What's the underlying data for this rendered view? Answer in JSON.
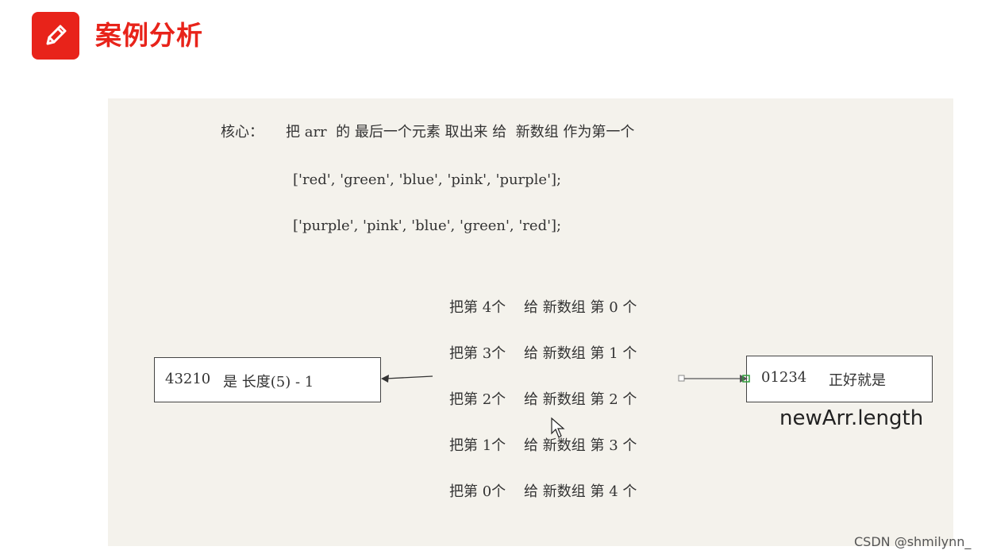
{
  "header": {
    "title": "案例分析",
    "icon": "pencil-icon",
    "accent_color": "#e8231a"
  },
  "slide": {
    "core_label": "核心：",
    "core_text": "把 arr  的 最后一个元素 取出来 给  新数组 作为第一个",
    "array_original": "['red', 'green', 'blue', 'pink', 'purple'];",
    "array_reversed": "['purple', 'pink', 'blue', 'green', 'red'];",
    "steps": [
      "把第 4个    给 新数组 第 0 个",
      "把第 3个    给 新数组 第 1 个",
      "把第 2个    给 新数组 第 2 个",
      "把第 1个    给 新数组 第 3 个",
      "把第 0个    给 新数组 第 4 个"
    ],
    "left_box_num": "43210",
    "left_box_text": "是 长度(5) - 1",
    "right_box_num": "01234",
    "right_box_text": "正好就是",
    "right_caption": "newArr.length"
  },
  "watermark": "CSDN @shmilynn_"
}
